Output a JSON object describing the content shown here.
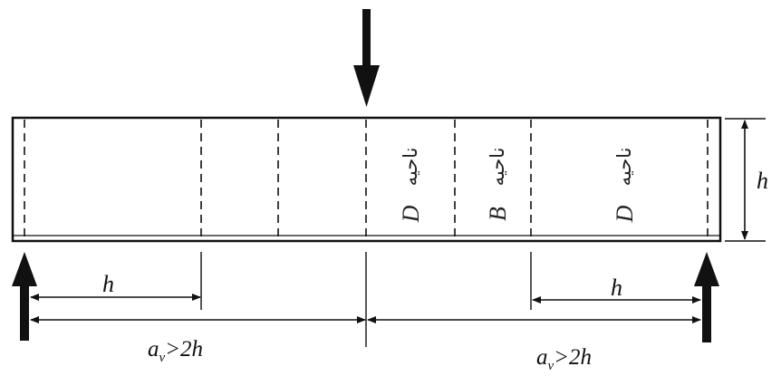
{
  "labels": {
    "depth": "h",
    "shear_span_left": "h",
    "shear_span_right": "h",
    "av_left_main": "a",
    "av_left_sub": "v",
    "av_left_rest": ">2h",
    "av_right_main": "a",
    "av_right_sub": "v",
    "av_right_rest": ">2h"
  },
  "zones": [
    {
      "word": "ناحیه",
      "letter": "D"
    },
    {
      "word": "ناحیه",
      "letter": "B"
    },
    {
      "word": "ناحیه",
      "letter": "D"
    }
  ]
}
